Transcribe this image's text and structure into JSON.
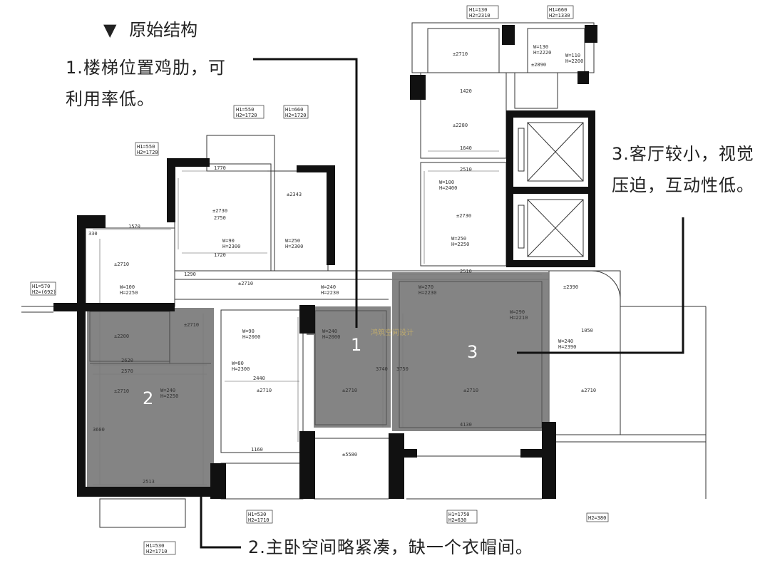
{
  "header": {
    "marker": "▼",
    "title": "原始结构"
  },
  "annotations": [
    {
      "id": "1",
      "line1": "1.楼梯位置鸡肋，可",
      "line2": "利用率低。"
    },
    {
      "id": "2",
      "line1": "2.主卧空间略紧凑，缺一个衣帽间。"
    },
    {
      "id": "3",
      "line1": "3.客厅较小，视觉",
      "line2": "压迫，互动性低。"
    }
  ],
  "zones": [
    {
      "number": "1"
    },
    {
      "number": "2"
    },
    {
      "number": "3"
    }
  ],
  "watermark": "鸿筑空间设计",
  "colors": {
    "zone_fill": "#7a7a7a",
    "wall": "#111111",
    "line": "#333333"
  },
  "plan_labels": {
    "h1": "H1=570",
    "h2": "H2=(692)",
    "h3": "H1=550",
    "h4": "H2=1720",
    "h5": "H1=660",
    "h6": "H2=1720",
    "h7": "H1=550",
    "h8": "H2=1720",
    "h9": "H1=130",
    "h10": "H2=2310",
    "h11": "H1=660",
    "h12": "H2=1330",
    "h13": "H1=530",
    "h14": "H2=1710",
    "h15": "H1=530",
    "h16": "H2=1710",
    "h17": "H1=1750",
    "h18": "H2=630",
    "h19": "H2=380",
    "r1": "±2710",
    "r2": "±2730",
    "r3": "±2343",
    "r4": "±2710",
    "r5": "±2280",
    "r6": "±2730",
    "r7": "±2390",
    "r8": "±2200",
    "r9": "±2710",
    "r10": "±2710",
    "r11": "±2710",
    "r12": "±2710",
    "r13": "±2710",
    "r14": "±5580",
    "r15": "±2710",
    "r16": "±2890",
    "w1": "W=100",
    "w2": "H=2250",
    "w3": "W=90",
    "w4": "H=2300",
    "w5": "W=250",
    "w6": "H=2300",
    "w7": "W=240",
    "w8": "H=2230",
    "w9": "W=270",
    "w10": "H=2230",
    "w11": "W=240",
    "w12": "H=2390",
    "w13": "W=100",
    "w14": "H=2400",
    "w15": "W=250",
    "w16": "H=2250",
    "w17": "W=90",
    "w18": "H=2000",
    "w19": "W=80",
    "w20": "H=2300",
    "w21": "W=240",
    "w22": "H=2250",
    "w23": "W=240",
    "w24": "H=2000",
    "w25": "W=290",
    "w26": "H=2210",
    "w27": "W=130",
    "w28": "H=2220",
    "w29": "W=110",
    "w30": "H=2200",
    "d1": "1570",
    "d2": "330",
    "d3": "2620",
    "d4": "2570",
    "d5": "2513",
    "d6": "1770",
    "d7": "2750",
    "d8": "1720",
    "d9": "3600",
    "d10": "2440",
    "d11": "4130",
    "d12": "2510",
    "d13": "1640",
    "d14": "1420",
    "d15": "1160",
    "d16": "3740",
    "d17": "3750",
    "d18": "1050",
    "d19": "2510",
    "d20": "1290"
  }
}
